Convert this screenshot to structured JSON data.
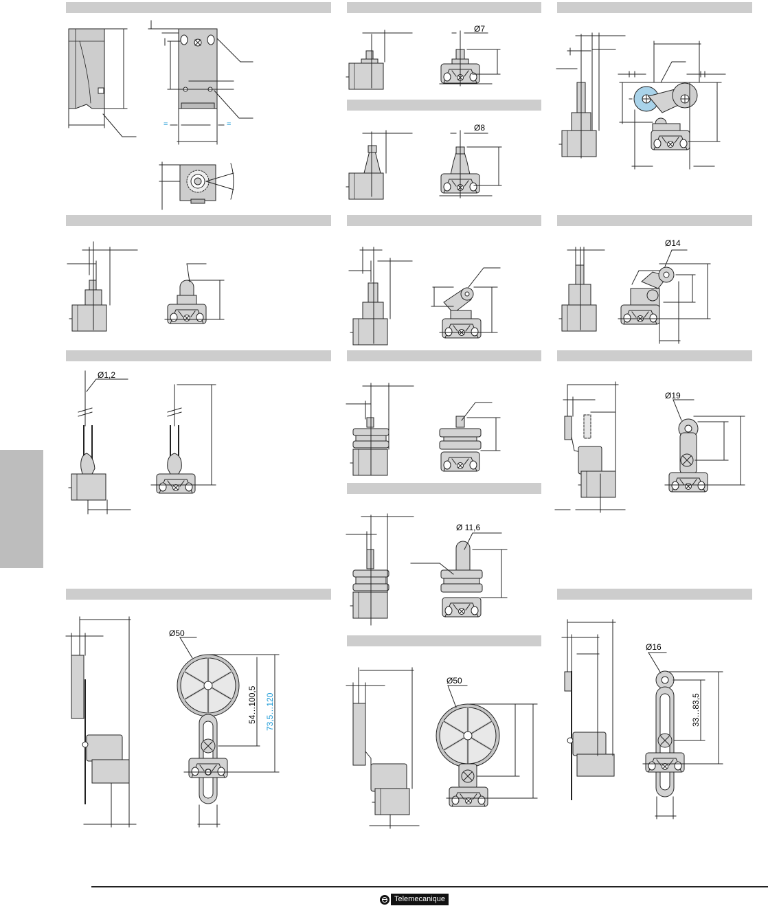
{
  "labels": {
    "d_pin_7": "Ø7",
    "d_pin_8": "Ø8",
    "d_roller_14": "Ø14",
    "d_rod_1_2": "Ø1,2",
    "d_roller_19": "Ø19",
    "d_roller_11_6": "Ø 11,6",
    "d_wheel_50_a": "Ø50",
    "d_wheel_50_b": "Ø50",
    "d_roller_16": "Ø16",
    "range_54_100_5": "54…100,5",
    "range_73_5_120": "73,5…120",
    "range_33_83_5": "33…83,5",
    "equal_left": "=",
    "equal_right": "="
  },
  "colors": {
    "accent": "#1b9ad6",
    "header_band": "#cdcdcd",
    "drawing_line": "#222222",
    "body_fill": "#cfcfcf",
    "roller_highlight": "#a9d3ea"
  },
  "footer": {
    "brand": "Telemecanique"
  }
}
